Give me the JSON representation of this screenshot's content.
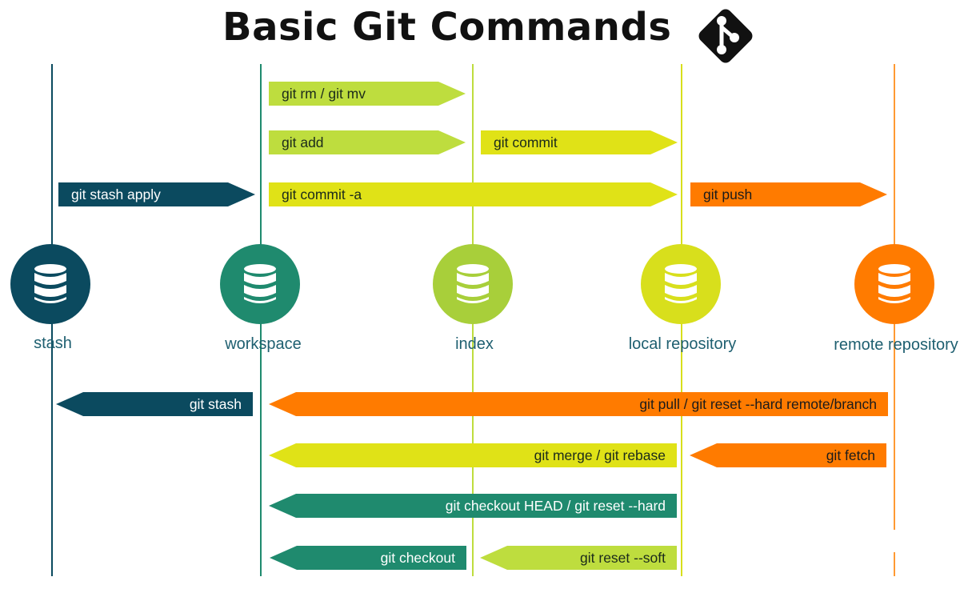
{
  "title": "Basic Git Commands",
  "colors": {
    "stash": "#0b4a5f",
    "workspace": "#1f8a6e",
    "index": "#a8cf3a",
    "local": "#d8df1c",
    "remote": "#ff7b00",
    "label": "#1e5f70",
    "green_arrow": "#bedd3e",
    "yellow_arrow": "#e0e217"
  },
  "nodes": [
    {
      "key": "stash",
      "label": "stash"
    },
    {
      "key": "workspace",
      "label": "workspace"
    },
    {
      "key": "index",
      "label": "index"
    },
    {
      "key": "local",
      "label": "local repository"
    },
    {
      "key": "remote",
      "label": "remote repository"
    }
  ],
  "commands": {
    "rm_mv": "git rm / git mv",
    "add": "git add",
    "commit": "git commit",
    "stash_apply": "git stash apply",
    "commit_a": "git commit -a",
    "push": "git push",
    "stash": "git stash",
    "pull_reset": "git pull / git reset --hard remote/branch",
    "merge_rebase": "git merge / git rebase",
    "fetch": "git fetch",
    "checkout_head": "git checkout HEAD / git reset --hard",
    "checkout": "git checkout",
    "reset_soft": "git reset --soft"
  }
}
